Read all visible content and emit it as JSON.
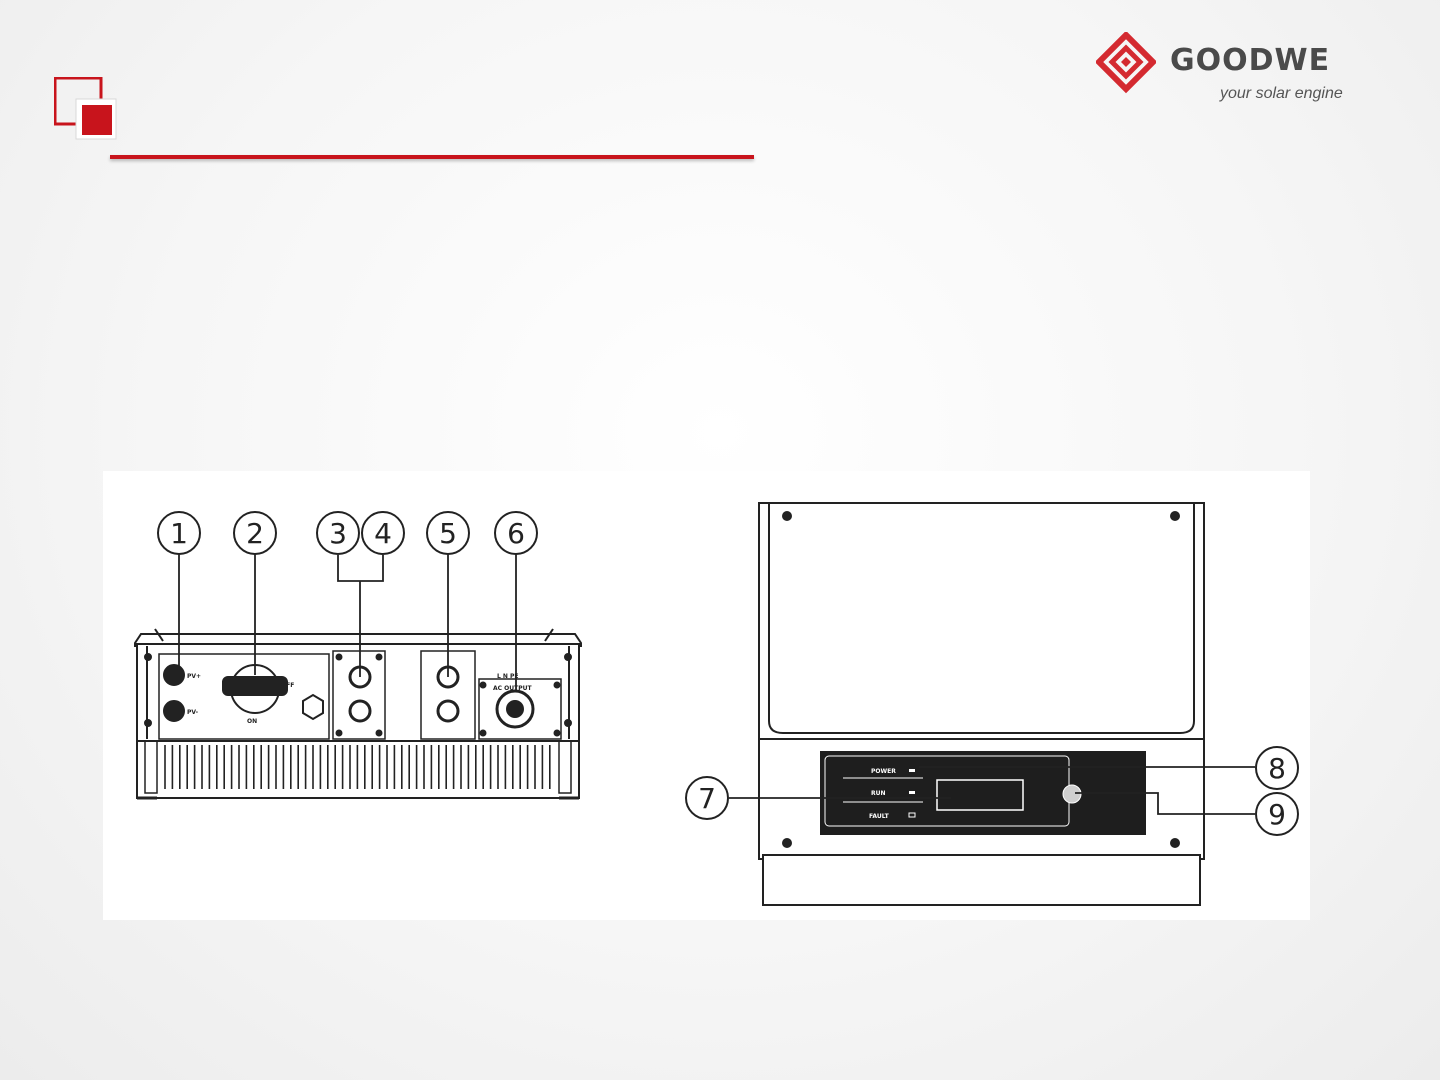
{
  "logo": {
    "brand": "GOODWE",
    "tagline": "your solar engine"
  },
  "colors": {
    "accent": "#c8141c",
    "logo_red": "#d42a30",
    "logo_gray": "#4a4a4a",
    "display_panel": "#1e1e1e"
  },
  "left_view": {
    "callouts": [
      "1",
      "2",
      "3",
      "4",
      "5",
      "6"
    ],
    "labels": {
      "pv_plus": "PV+",
      "pv_minus": "PV-",
      "switch_on": "ON",
      "switch_off": "OFF",
      "l_n_pe": "L  N  PE",
      "ac_output": "AC OUTPUT"
    }
  },
  "right_view": {
    "callouts": [
      "7",
      "8",
      "9"
    ],
    "indicators": [
      "POWER",
      "RUN",
      "FAULT"
    ]
  }
}
